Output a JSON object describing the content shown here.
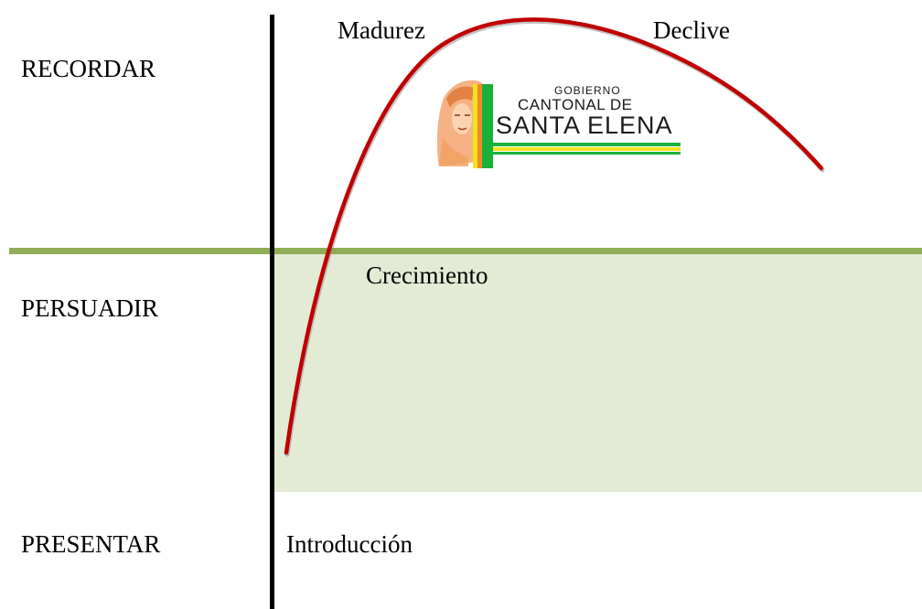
{
  "levels": {
    "recordar": "RECORDAR",
    "persuadir": "PERSUADIR",
    "presentar": "PRESENTAR"
  },
  "stages": {
    "madurez": "Madurez",
    "declive": "Declive",
    "crecimiento": "Crecimiento",
    "introduccion": "Introducción"
  },
  "logo": {
    "line1": "GOBIERNO",
    "line2": "CANTONAL DE",
    "line3": "SANTA ELENA"
  },
  "colors": {
    "curve": "#c00000",
    "band_fill": "#e3ebd4",
    "band_line": "#8fae55",
    "axis": "#000000",
    "logo_green": "#19b13a",
    "logo_yellow": "#f4e21c",
    "logo_face": "#f1a26a"
  }
}
